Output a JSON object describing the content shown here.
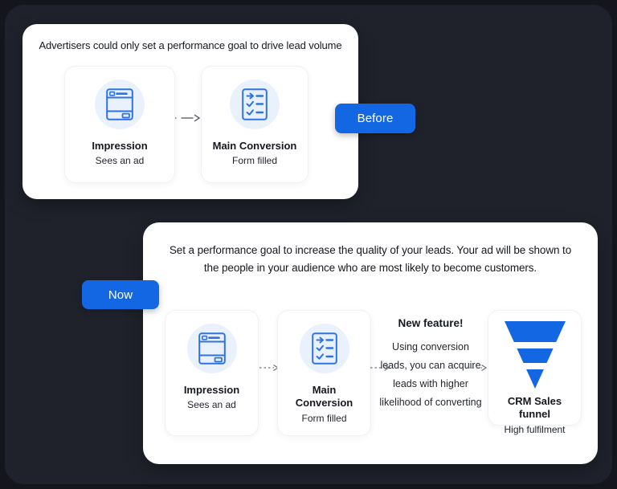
{
  "colors": {
    "frame_dark": "#14161c",
    "canvas_dark": "#1f222b",
    "card_white": "#ffffff",
    "accent_blue": "#1467e2",
    "icon_blue": "#2f72e6",
    "icon_circle_bg": "#e9f1fd",
    "text_dark": "#15181f"
  },
  "before": {
    "badge_label": "Before",
    "title": "Advertisers could only set a performance goal to drive lead volume",
    "steps": [
      {
        "label": "Impression",
        "sublabel": "Sees an ad",
        "icon": "ad-window-icon"
      },
      {
        "label": "Main Conversion",
        "sublabel": "Form filled",
        "icon": "checklist-icon"
      }
    ]
  },
  "now": {
    "badge_label": "Now",
    "description": "Set a performance goal to increase the quality of your leads. Your ad will be shown to the people in your audience who are most likely to become customers.",
    "steps": [
      {
        "label": "Impression",
        "sublabel": "Sees an ad",
        "icon": "ad-window-icon"
      },
      {
        "label": "Main Conversion",
        "sublabel": "Form filled",
        "icon": "checklist-icon"
      },
      {
        "heading": "New feature!",
        "body": "Using conversion leads, you can acquire leads with higher likelihood of converting"
      },
      {
        "label": "CRM Sales funnel",
        "sublabel": "High fulfilment",
        "icon": "funnel-icon"
      }
    ]
  }
}
